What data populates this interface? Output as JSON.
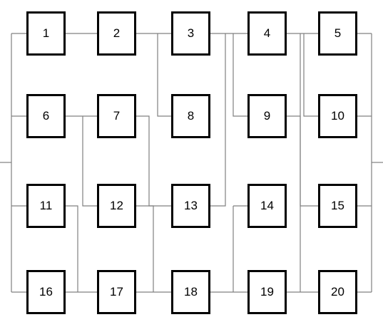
{
  "blocks": [
    "1",
    "2",
    "3",
    "4",
    "5",
    "6",
    "7",
    "8",
    "9",
    "10",
    "11",
    "12",
    "13",
    "14",
    "15",
    "16",
    "17",
    "18",
    "19",
    "20"
  ],
  "colors": {
    "line": "#808080",
    "box_border": "#000000",
    "background": "#ffffff"
  }
}
